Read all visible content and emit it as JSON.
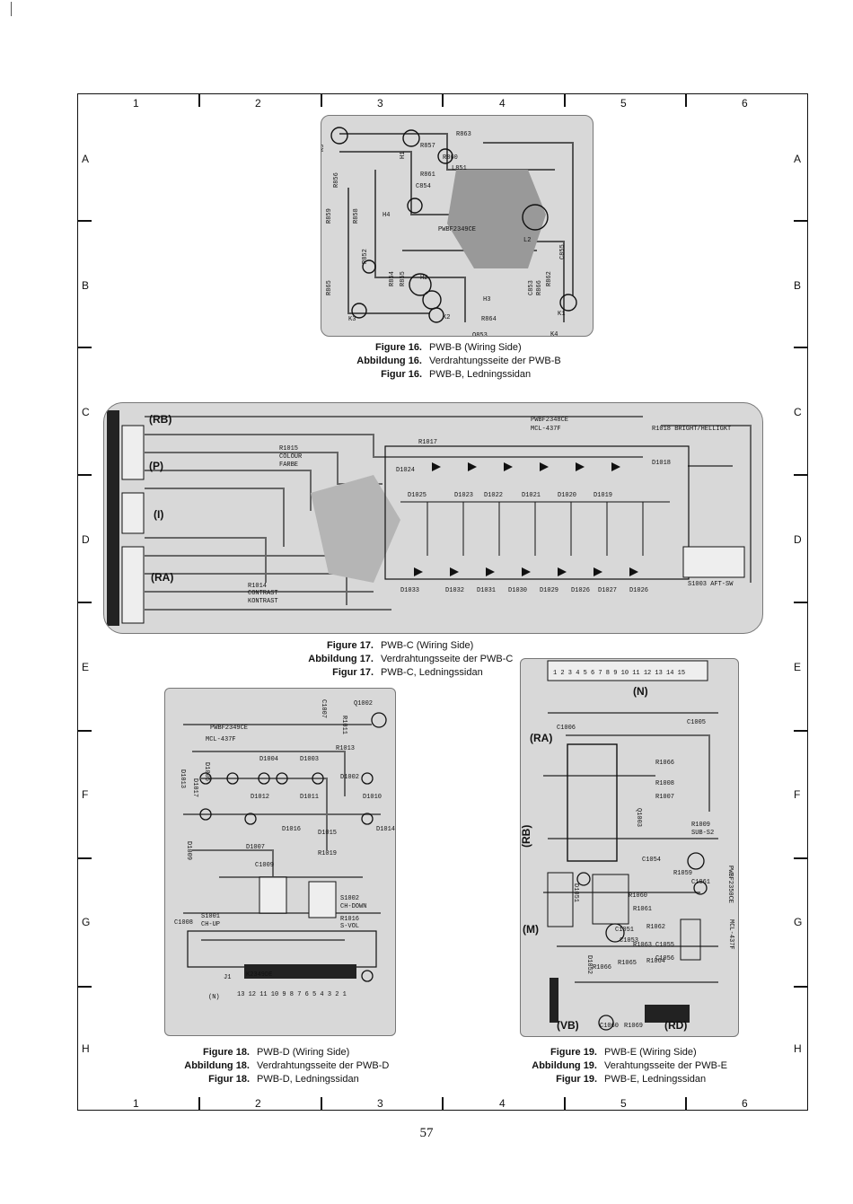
{
  "columns": [
    "1",
    "2",
    "3",
    "4",
    "5",
    "6"
  ],
  "rows": [
    "A",
    "B",
    "C",
    "D",
    "E",
    "F",
    "G",
    "H"
  ],
  "page_number": "57",
  "figures": {
    "fig16": {
      "lines": [
        {
          "k": "Figure 16.",
          "v": "PWB-B (Wiring Side)"
        },
        {
          "k": "Abbildung 16.",
          "v": "Verdrahtungsseite der PWB-B"
        },
        {
          "k": "Figur 16.",
          "v": "PWB-B, Ledningssidan"
        }
      ],
      "labels": [
        "K5",
        "H1",
        "R863",
        "R860",
        "L851",
        "R861",
        "C854",
        "H4",
        "PWBF2349CE",
        "L2",
        "H2",
        "H3",
        "K3",
        "K2",
        "K1",
        "K4",
        "R864",
        "Q853",
        "C855",
        "R865",
        "R862",
        "R866",
        "C853",
        "R859",
        "R858",
        "R852",
        "R854",
        "R855",
        "R856",
        "R857"
      ]
    },
    "fig17": {
      "lines": [
        {
          "k": "Figure 17.",
          "v": "PWB-C (Wiring Side)"
        },
        {
          "k": "Abbildung 17.",
          "v": "Verdrahtungsseite der PWB-C"
        },
        {
          "k": "Figur 17.",
          "v": "PWB-C, Ledningssidan"
        }
      ],
      "connectors": [
        "(RB)",
        "(P)",
        "(I)",
        "(RA)"
      ],
      "labels": [
        "PWBF2348CE",
        "MCL-437F",
        "R1017",
        "R1018 BRIGHT/HELLIGKT",
        "R1015",
        "COLOUR",
        "FARBE",
        "R1014",
        "CONTRAST",
        "KONTRAST",
        "D1024",
        "D1018",
        "D1025",
        "D1023",
        "D1022",
        "D1021",
        "D1020",
        "D1019",
        "D1033",
        "D1032",
        "D1031",
        "D1030",
        "D1029",
        "D1026",
        "D1027",
        "D1026",
        "S1003 AFT-SW"
      ]
    },
    "fig18": {
      "lines": [
        {
          "k": "Figure 18.",
          "v": "PWB-D (Wiring Side)"
        },
        {
          "k": "Abbildung 18.",
          "v": "Verdrahtungsseite der PWB-D"
        },
        {
          "k": "Figur 18.",
          "v": "PWB-D, Ledningssidan"
        }
      ],
      "labels": [
        "PWBF2349CE",
        "MCL-437F",
        "Q1002",
        "C1007",
        "R1011",
        "R1013",
        "D1004",
        "D1003",
        "D1005",
        "D1002",
        "D1012",
        "D1011",
        "D1010",
        "D1013",
        "D1017",
        "D1016",
        "D1015",
        "D1014",
        "D1007",
        "D1009",
        "R1019",
        "C1009",
        "S1002",
        "CH-DOWN",
        "S1001",
        "CH-UP",
        "C1008",
        "R1016",
        "S-VOL",
        "J1",
        "(N)",
        "K2349DE",
        "13 12 11 10 9 8 7 6 5 4 3 2 1"
      ]
    },
    "fig19": {
      "lines": [
        {
          "k": "Figure 19.",
          "v": "PWB-E (Wiring Side)"
        },
        {
          "k": "Abbildung 19.",
          "v": "Verahtungsseite der PWB-E"
        },
        {
          "k": "Figur 19.",
          "v": "PWB-E, Ledningssidan"
        }
      ],
      "connectors": [
        "(N)",
        "(RA)",
        "(RB)",
        "(M)",
        "(VB)",
        "(RD)"
      ],
      "labels": [
        "1 2 3 4 5 6 7 8 9 10 11 12 13 14 15",
        "C1006",
        "C1005",
        "R1066",
        "R1008",
        "R1007",
        "R1009",
        "SUB-S2",
        "C1054",
        "PWBF2350CE",
        "MCL-437F",
        "C1061",
        "R1059",
        "R1060",
        "R1061",
        "R1062",
        "R1063",
        "R1064",
        "R1065",
        "R1066",
        "C1051",
        "C1053",
        "C1055",
        "C1056",
        "R1069",
        "C1060",
        "Q1003",
        "D1051",
        "D1052"
      ]
    }
  }
}
